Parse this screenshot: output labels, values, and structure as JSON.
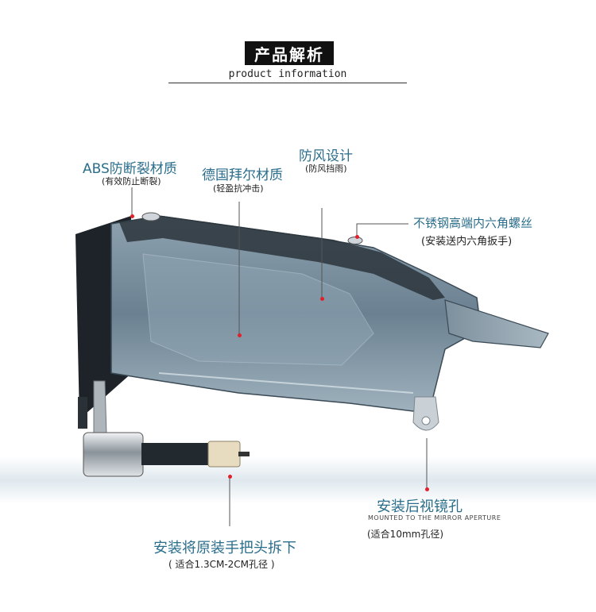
{
  "header": {
    "title": "产品解析",
    "subtitle": "product information"
  },
  "callouts": {
    "abs": {
      "label": "ABS防断裂材质",
      "note": "(有效防止断裂)"
    },
    "bayer": {
      "label": "德国拜尔材质",
      "note": "(轻盈抗冲击)"
    },
    "wind": {
      "label": "防风设计",
      "note": "(防风挡雨)"
    },
    "screw": {
      "label": "不锈钢高端内六角螺丝",
      "note": "(安装送内六角扳手)"
    },
    "mirror": {
      "label": "安装后视镜孔",
      "english": "MOUNTED TO THE MIRROR APERTURE",
      "note": "(适合10mm孔径)"
    },
    "handlebar": {
      "label": "安装将原装手把头拆下",
      "note": "( 适合1.3CM-2CM孔径 )"
    }
  },
  "colors": {
    "label_blue": "#2b6e8c",
    "leader_red": "#e0202a",
    "shell_smoke": "#6f8595",
    "frame_dark": "#1d2329"
  }
}
